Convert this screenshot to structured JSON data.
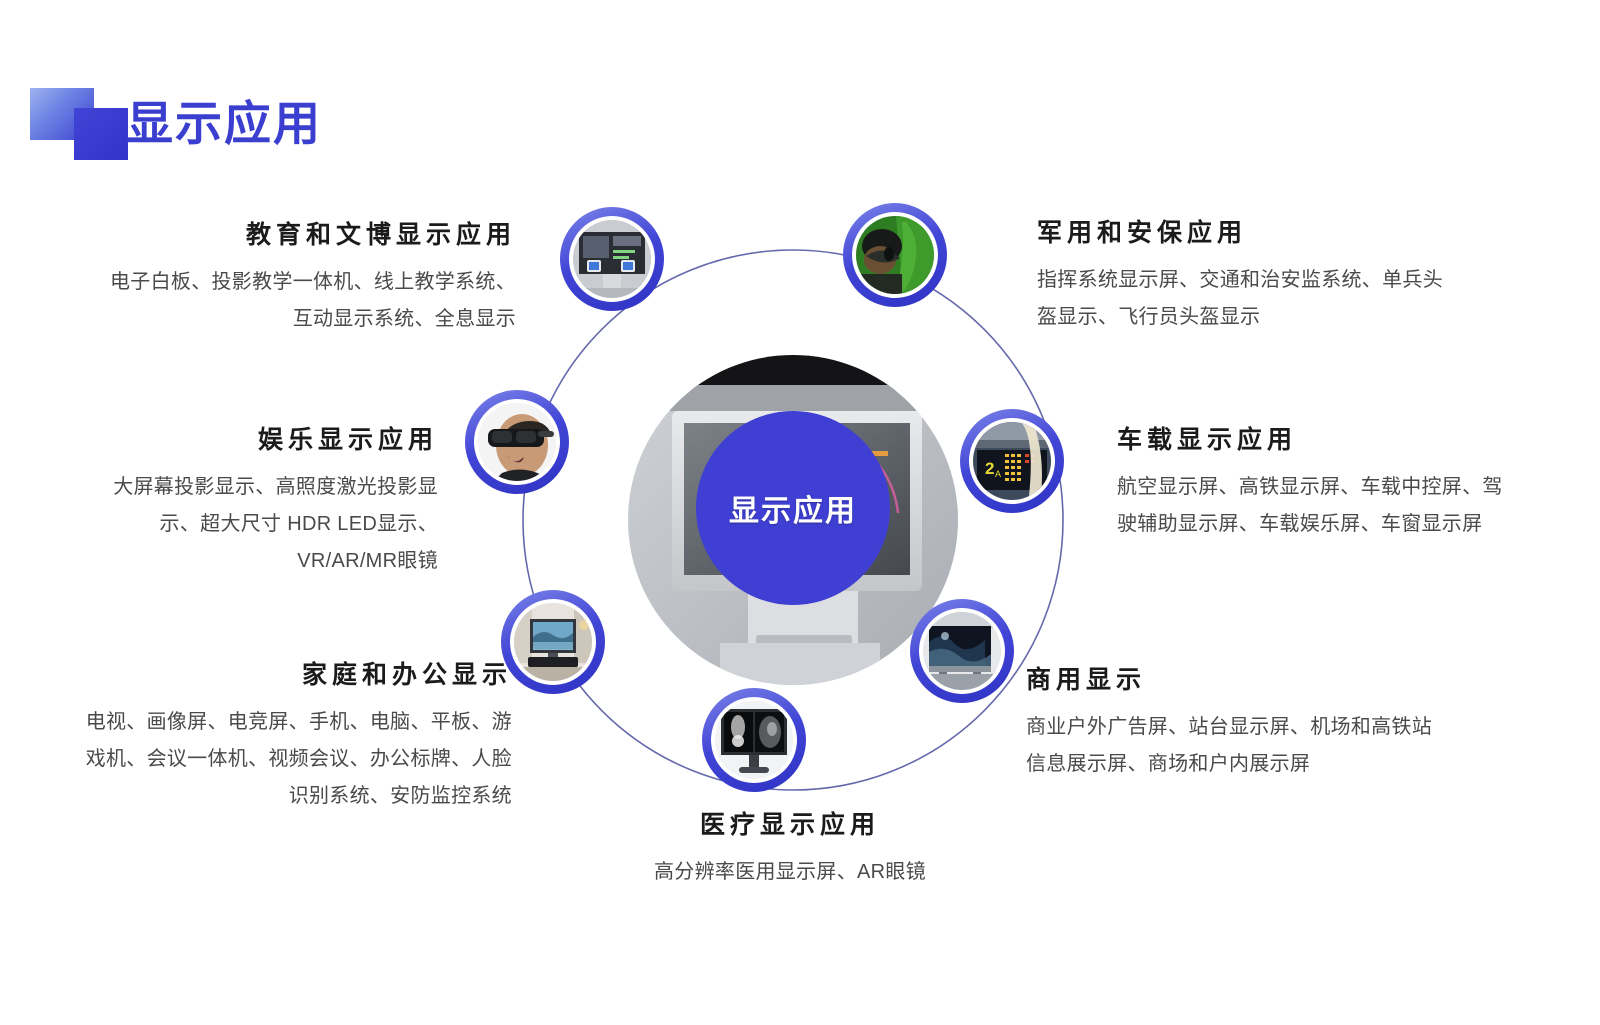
{
  "header": {
    "title": "显示应用",
    "logo_icon": "two-squares-logo-icon",
    "accent_color": "#3b3fd0"
  },
  "center": {
    "label": "显示应用",
    "photo_icon": "interactive-whiteboard-photo",
    "badge_color": "#3f3fd4"
  },
  "nodes": [
    {
      "key": "education",
      "icon": "interactive-kiosk-display-icon"
    },
    {
      "key": "military",
      "icon": "soldier-helmet-display-icon"
    },
    {
      "key": "vehicle",
      "icon": "airport-flight-information-board-icon"
    },
    {
      "key": "commercial",
      "icon": "outdoor-billboard-screen-icon"
    },
    {
      "key": "medical",
      "icon": "medical-imaging-monitor-icon"
    },
    {
      "key": "home_office",
      "icon": "living-room-television-icon"
    },
    {
      "key": "entertainment",
      "icon": "vr-headset-user-icon"
    }
  ],
  "sections": {
    "education": {
      "title": "教育和文博显示应用",
      "body": "电子白板、投影教学一体机、线上教学系统、互动显示系统、全息显示"
    },
    "military": {
      "title": "军用和安保应用",
      "body": "指挥系统显示屏、交通和治安监系统、单兵头盔显示、飞行员头盔显示"
    },
    "entertainment": {
      "title": "娱乐显示应用",
      "body": "大屏幕投影显示、高照度激光投影显示、超大尺寸 HDR LED显示、VR/AR/MR眼镜"
    },
    "vehicle": {
      "title": "车载显示应用",
      "body": "航空显示屏、高铁显示屏、车载中控屏、驾驶辅助显示屏、车载娱乐屏、车窗显示屏"
    },
    "home_office": {
      "title": "家庭和办公显示",
      "body": "电视、画像屏、电竞屏、手机、电脑、平板、游戏机、会议一体机、视频会议、办公标牌、人脸识别系统、安防监控系统"
    },
    "commercial": {
      "title": "商用显示",
      "body": "商业户外广告屏、站台显示屏、机场和高铁站信息展示屏、商场和户内展示屏"
    },
    "medical": {
      "title": "医疗显示应用",
      "body": "高分辨率医用显示屏、AR眼镜"
    }
  }
}
